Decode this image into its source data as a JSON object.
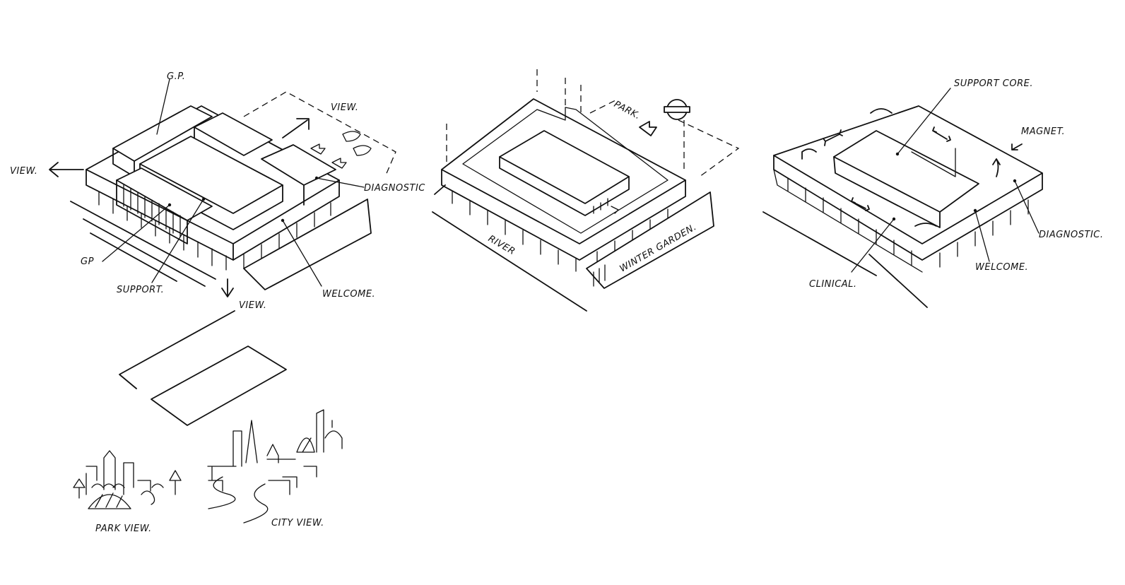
{
  "sketch_1": {
    "labels": {
      "gp_top": "G.P.",
      "view_top": "VIEW.",
      "view_left": "VIEW.",
      "diagnostic": "DIAGNOSTIC",
      "gp_bottom": "GP",
      "support": "SUPPORT.",
      "welcome": "WELCOME.",
      "view_bottom": "VIEW."
    }
  },
  "sketch_2": {
    "labels": {
      "park": "PARK.",
      "river": "RIVER",
      "winter_garden": "WINTER GARDEN."
    }
  },
  "sketch_3": {
    "labels": {
      "support_core": "SUPPORT CORE.",
      "magnet": "MAGNET.",
      "diagnostic": "DIAGNOSTIC.",
      "welcome": "WELCOME.",
      "clinical": "CLINICAL."
    }
  },
  "vignettes": {
    "park_view": "PARK VIEW.",
    "city_view": "CITY VIEW."
  }
}
